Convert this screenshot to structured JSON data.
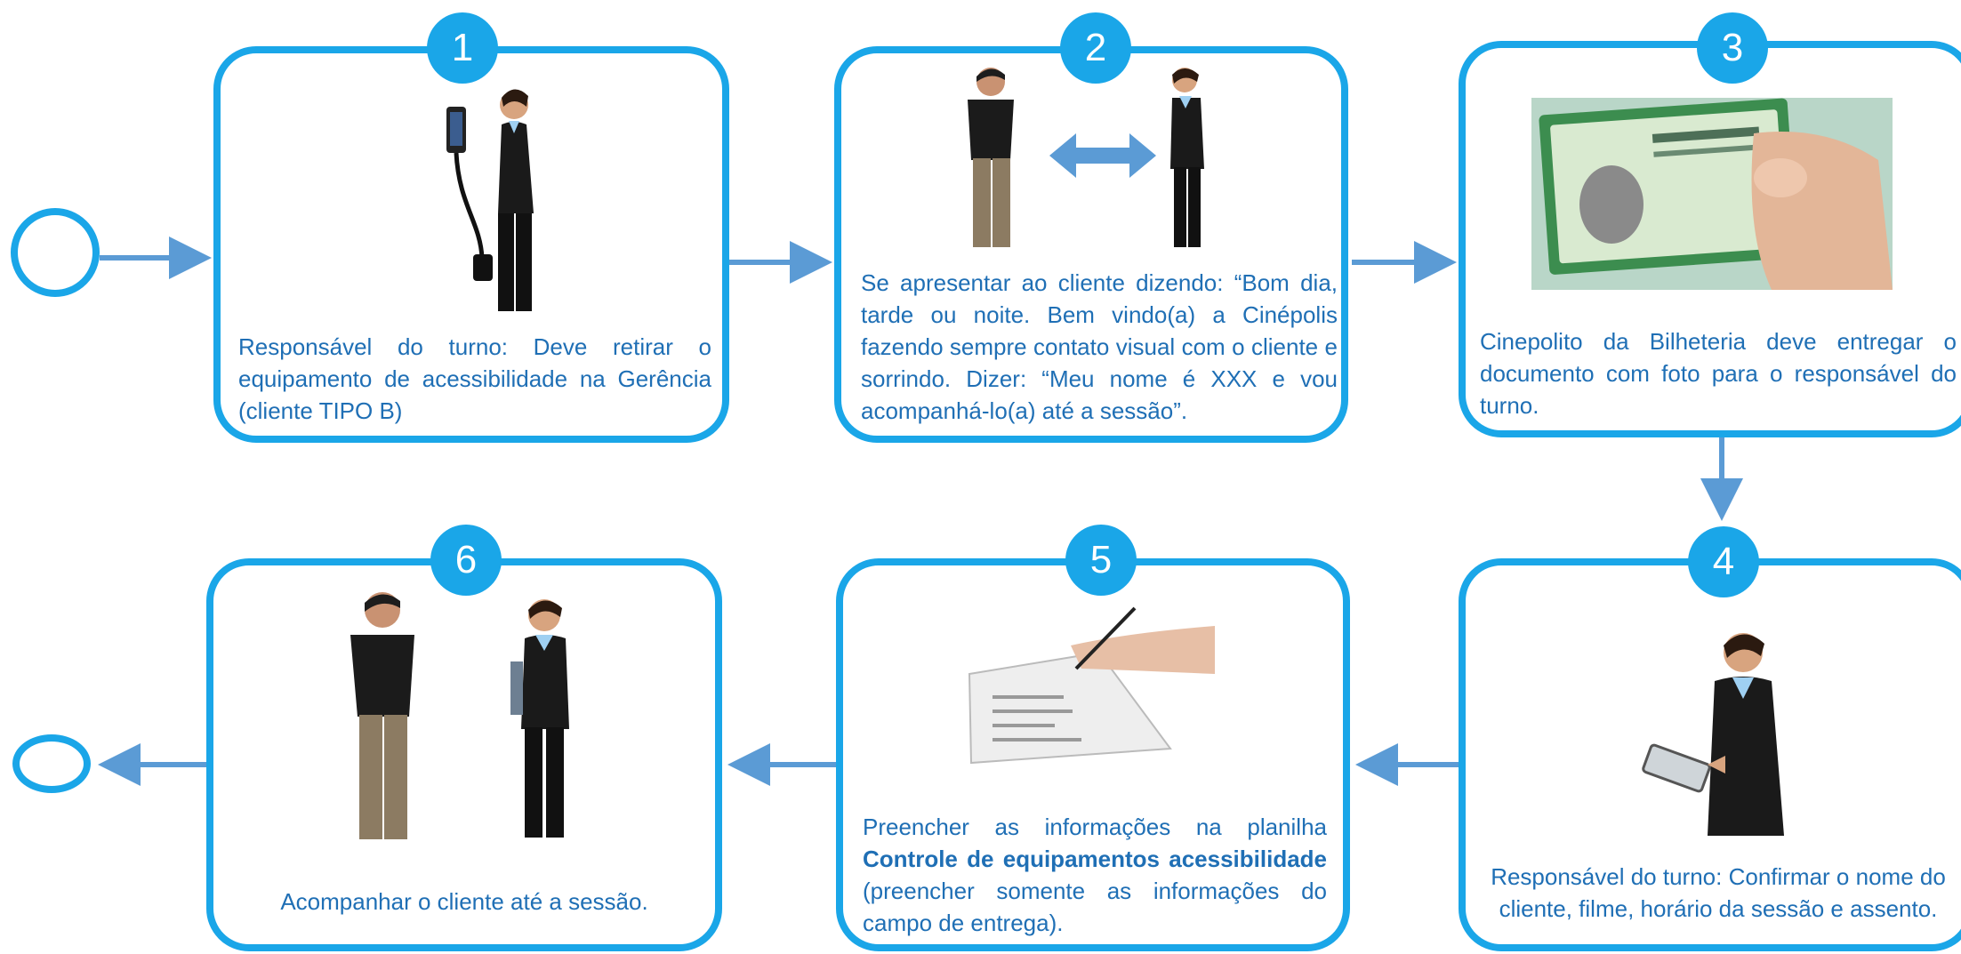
{
  "steps": [
    {
      "number": "1",
      "text": "Responsável do turno: Deve retirar o equipamento de acessibilidade na Gerência (cliente TIPO B)"
    },
    {
      "number": "2",
      "text": "Se apresentar ao cliente dizendo: “Bom dia, tarde ou noite. Bem vindo(a) a Cinépolis fazendo sempre contato visual com o cliente e sorrindo. Dizer:  “Meu nome é XXX e vou acompanhá-lo(a) até a sessão”."
    },
    {
      "number": "3",
      "text": "Cinepolito da Bilheteria deve entregar o documento com foto para o responsável do turno."
    },
    {
      "number": "4",
      "text": "Responsável do turno: Confirmar o nome do cliente, filme, horário da sessão e assento."
    },
    {
      "number": "5",
      "text_before": "Preencher as informações na planilha ",
      "text_bold": "Controle de equipamentos acessibilidade",
      "text_after": " (preencher somente as informações do campo de entrega)."
    },
    {
      "number": "6",
      "text": "Acompanhar o cliente até a sessão."
    }
  ],
  "colors": {
    "box_border": "#1aa6e8",
    "arrow": "#5b9bd5",
    "text": "#1f6fb5"
  }
}
